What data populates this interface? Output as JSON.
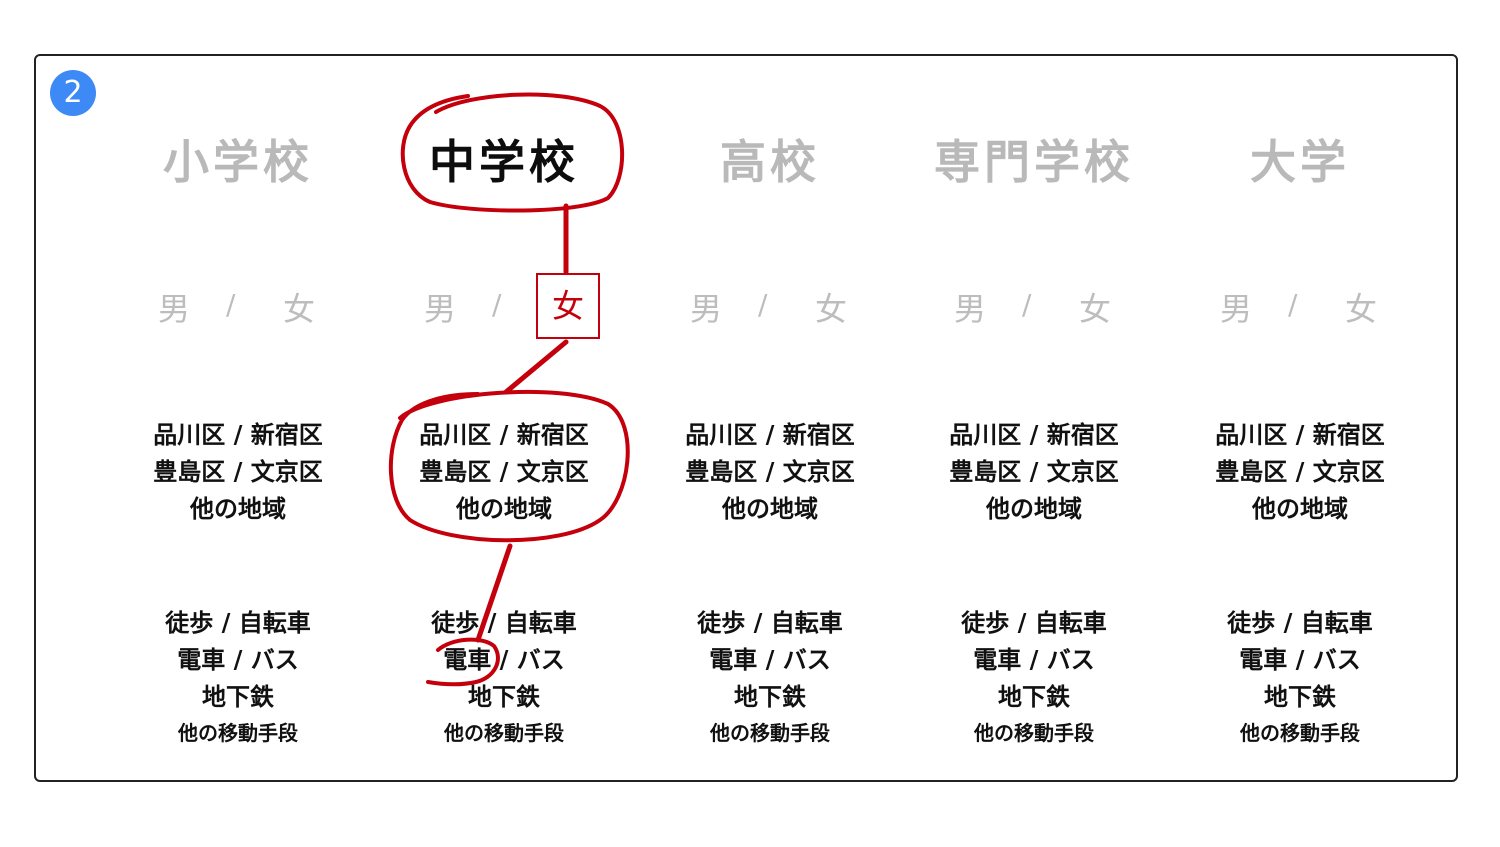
{
  "step_number": "2",
  "columns": [
    {
      "school": "小学校",
      "gender": {
        "male": "男",
        "slash": "/",
        "female": "女"
      },
      "areas": [
        "品川区 / 新宿区",
        "豊島区 / 文京区",
        "他の地域"
      ],
      "transport": [
        "徒歩 / 自転車",
        "電車 / バス",
        "地下鉄",
        "他の移動手段"
      ]
    },
    {
      "school": "中学校",
      "gender": {
        "male": "男",
        "slash": "/",
        "female": "女"
      },
      "areas": [
        "品川区 / 新宿区",
        "豊島区 / 文京区",
        "他の地域"
      ],
      "transport": [
        "徒歩 / 自転車",
        "電車 / バス",
        "地下鉄",
        "他の移動手段"
      ]
    },
    {
      "school": "高校",
      "gender": {
        "male": "男",
        "slash": "/",
        "female": "女"
      },
      "areas": [
        "品川区 / 新宿区",
        "豊島区 / 文京区",
        "他の地域"
      ],
      "transport": [
        "徒歩 / 自転車",
        "電車 / バス",
        "地下鉄",
        "他の移動手段"
      ]
    },
    {
      "school": "専門学校",
      "gender": {
        "male": "男",
        "slash": "/",
        "female": "女"
      },
      "areas": [
        "品川区 / 新宿区",
        "豊島区 / 文京区",
        "他の地域"
      ],
      "transport": [
        "徒歩 / 自転車",
        "電車 / バス",
        "地下鉄",
        "他の移動手段"
      ]
    },
    {
      "school": "大学",
      "gender": {
        "male": "男",
        "slash": "/",
        "female": "女"
      },
      "areas": [
        "品川区 / 新宿区",
        "豊島区 / 文京区",
        "他の地域"
      ],
      "transport": [
        "徒歩 / 自転車",
        "電車 / バス",
        "地下鉄",
        "他の移動手段"
      ]
    }
  ],
  "colors": {
    "highlight": "#c4000c",
    "inactive": "#b9b9b9",
    "badge": "#3d8af7",
    "text": "#111111"
  }
}
